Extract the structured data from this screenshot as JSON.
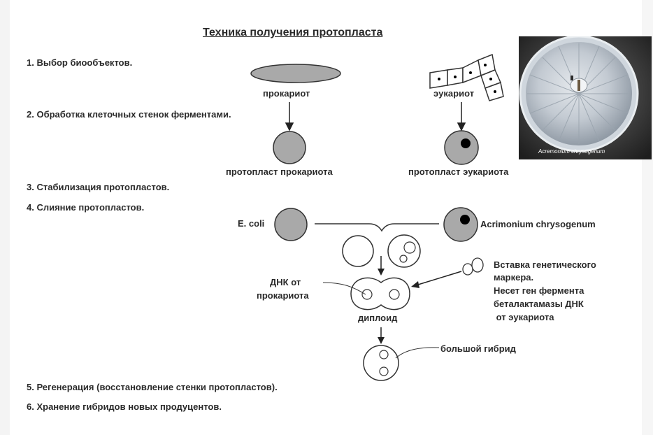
{
  "title": "Техника получения протопласта",
  "steps": [
    "1. Выбор биообъектов.",
    "2. Обработка клеточных стенок ферментами.",
    "3. Стабилизация протопластов.",
    "4. Слияние протопластов.",
    "5. Регенерация (восстановление стенки протопластов).",
    "6. Хранение гибридов новых продуцентов."
  ],
  "labels": {
    "prokaryote": "прокариот",
    "eukaryote": "эукариот",
    "protoplast_prokaryote": "протопласт прокариота",
    "protoplast_eukaryote": "протопласт эукариота",
    "ecoli": "E. coli",
    "acremonium": "Acrimonium chrysogenum",
    "dna_line1": "ДНК от",
    "dna_line2": "прокариота",
    "diploid": "диплоид",
    "big_hybrid": "большой гибрид"
  },
  "marker_note": [
    "Вставка генетического",
    "маркера.",
    "Несет ген фермента",
    "беталактамазы ДНК",
    " от эукариота"
  ],
  "photo_caption": "Acremonium chrysogenum",
  "colors": {
    "cell_fill": "#a9a9a9",
    "stroke": "#333333",
    "nucleus": "#000000"
  }
}
